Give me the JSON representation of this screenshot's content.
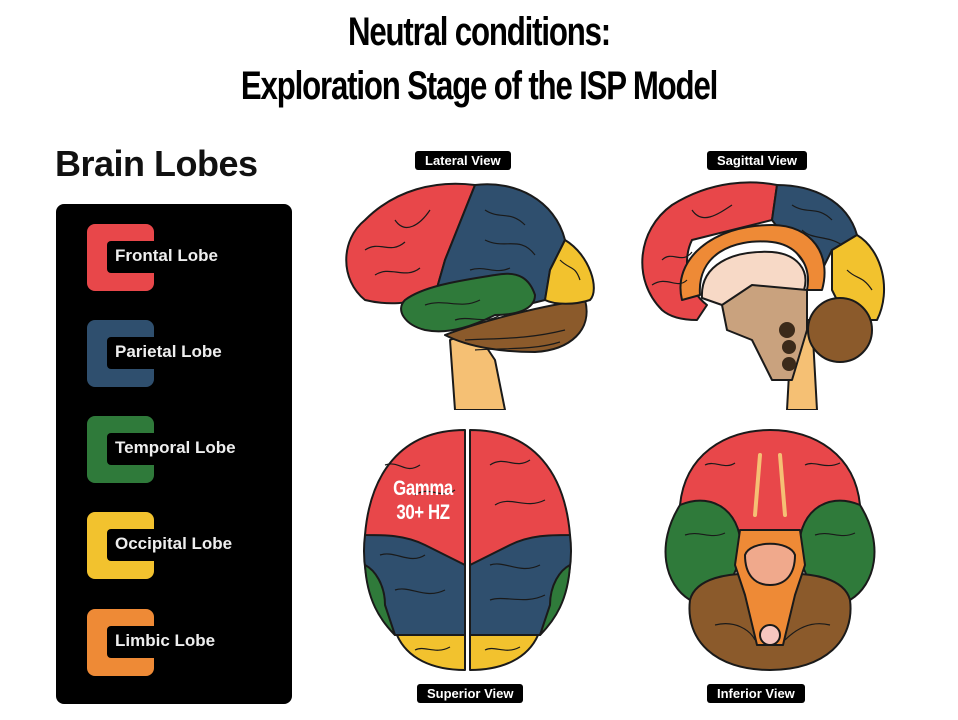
{
  "title": {
    "line1": "Neutral conditions:",
    "line2": "Exploration Stage of the ISP Model"
  },
  "legend": {
    "heading": "Brain Lobes",
    "items": [
      {
        "label": "Frontal Lobe",
        "color": "#e8474a"
      },
      {
        "label": "Parietal Lobe",
        "color": "#2f4f6e"
      },
      {
        "label": "Temporal Lobe",
        "color": "#2f7a3a"
      },
      {
        "label": "Occipital Lobe",
        "color": "#f2c22e"
      },
      {
        "label": "Limbic Lobe",
        "color": "#ee8a36"
      }
    ]
  },
  "views": {
    "lateral": "Lateral View",
    "sagittal": "Sagittal View",
    "superior": "Superior View",
    "inferior": "Inferior View"
  },
  "overlay": {
    "line1": "Gamma",
    "line2": "30+  HZ"
  },
  "colors": {
    "frontal": "#e8474a",
    "parietal": "#2f4f6e",
    "temporal": "#2f7a3a",
    "occipital": "#f2c22e",
    "limbic": "#ee8a36",
    "cerebellum": "#8b5a2b",
    "brainstem": "#f5c074"
  }
}
